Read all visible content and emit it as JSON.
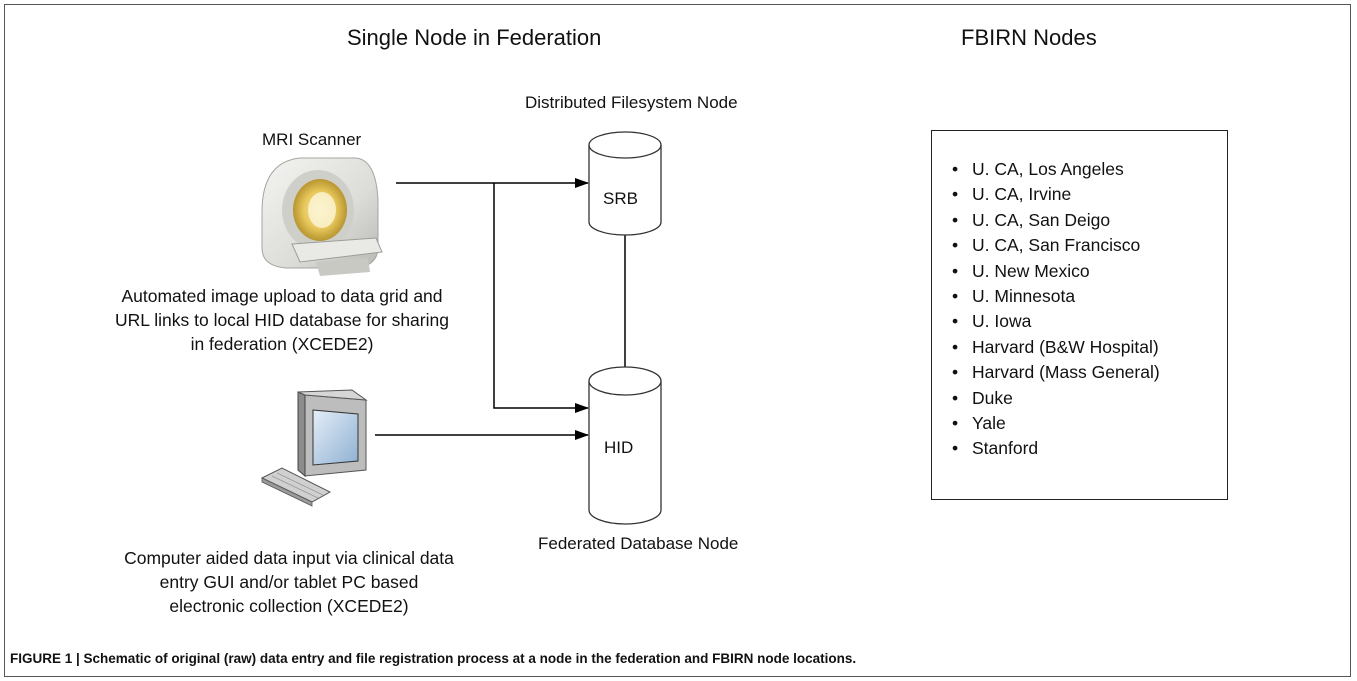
{
  "headings": {
    "left": "Single Node in Federation",
    "right": "FBIRN Nodes"
  },
  "labels": {
    "dfs_node": "Distributed Filesystem Node",
    "mri_scanner": "MRI Scanner",
    "fed_db_node": "Federated Database Node"
  },
  "cylinders": {
    "top": "SRB",
    "bottom": "HID"
  },
  "descriptions": {
    "upload": "Automated image upload to data grid and URL links to local HID database for sharing in federation (XCEDE2)",
    "input": "Computer aided data input via clinical data entry GUI and/or tablet PC based electronic collection (XCEDE2)"
  },
  "fbirn_nodes": [
    "U. CA, Los Angeles",
    "U. CA, Irvine",
    "U. CA, San Deigo",
    "U. CA, San Francisco",
    "U. New Mexico",
    "U. Minnesota",
    "U. Iowa",
    "Harvard (B&W Hospital)",
    "Harvard (Mass General)",
    "Duke",
    "Yale",
    "Stanford"
  ],
  "caption": "FIGURE 1 | Schematic of original (raw) data entry and file registration process at a node in the federation and FBIRN node locations."
}
